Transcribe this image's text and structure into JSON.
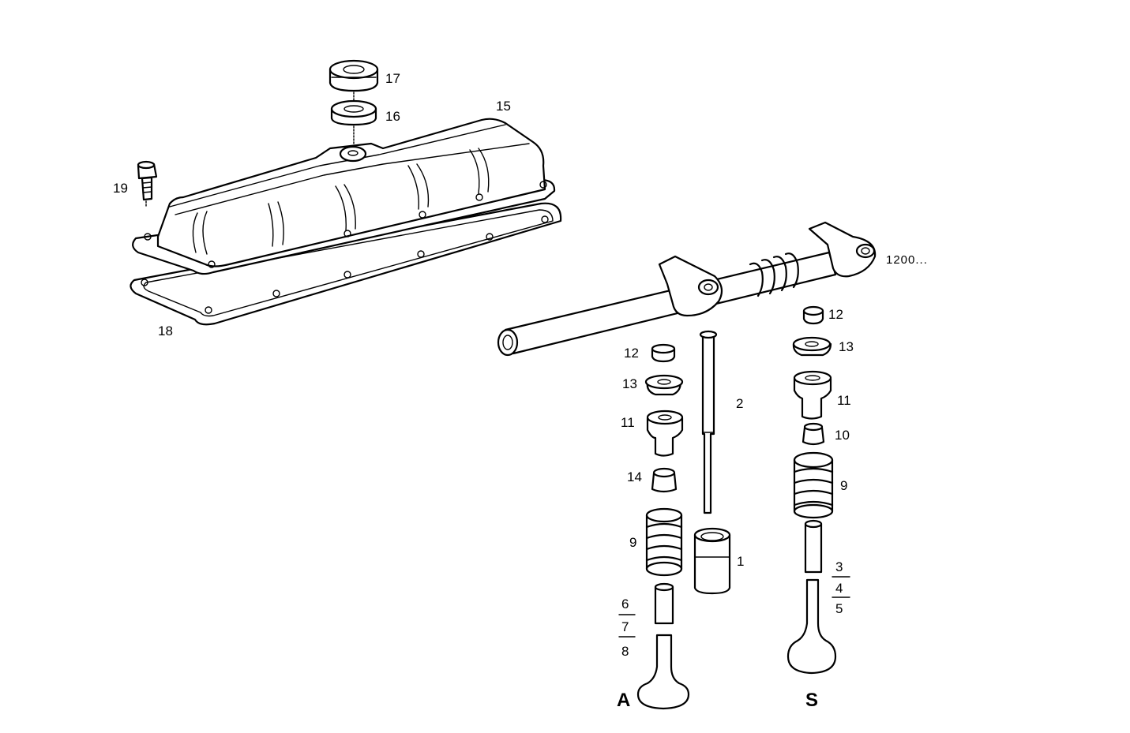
{
  "diagram": {
    "callouts": {
      "p17": "17",
      "p16": "16",
      "p15": "15",
      "p19": "19",
      "p18": "18",
      "p1200": "1200...",
      "p12a": "12",
      "p13a": "13",
      "p11a": "11",
      "p14": "14",
      "p9a": "9",
      "p6": "6",
      "p7": "7",
      "p8": "8",
      "pA": "A",
      "p2": "2",
      "p1": "1",
      "p12b": "12",
      "p13b": "13",
      "p11b": "11",
      "p10": "10",
      "p9b": "9",
      "p3": "3",
      "p4": "4",
      "p5": "5",
      "pS": "S"
    }
  }
}
